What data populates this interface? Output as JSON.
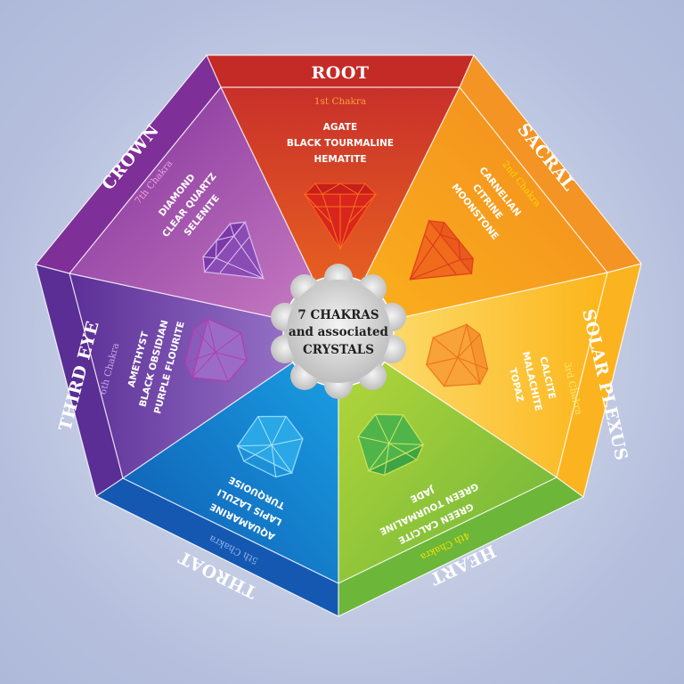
{
  "title": {
    "line1": "7 CHAKRAS",
    "line2": "and associated",
    "line3": "CRYSTALS"
  },
  "chakras": [
    {
      "name": "ROOT",
      "number": "1st Chakra",
      "crystals": [
        "AGATE",
        "BLACK TOURMALINE",
        "HEMATITE"
      ],
      "color": "#d23a22",
      "band_color": "#c42a26",
      "number_color": "#f7a13a"
    },
    {
      "name": "SACRAL",
      "number": "2nd Chakra",
      "crystals": [
        "CARNELIAN",
        "CITRINE",
        "MOONSTONE"
      ],
      "color": "#f5931f",
      "band_color": "#f39424",
      "number_color": "#ffd400"
    },
    {
      "name": "SOLAR PLEXUS",
      "number": "3rd Chakra",
      "crystals": [
        "CALCITE",
        "MALACHITE",
        "TOPAZ"
      ],
      "color": "#fbbb1f",
      "band_color": "#f9b421",
      "number_color": "#ffe86a"
    },
    {
      "name": "HEART",
      "number": "4th Chakra",
      "crystals": [
        "GREEN CALCITE",
        "GREEN TOURMALINE",
        "JADE"
      ],
      "color": "#79bf3a",
      "band_color": "#6cb63a",
      "number_color": "#f5e400"
    },
    {
      "name": "THROAT",
      "number": "5th Chakra",
      "crystals": [
        "AQUAMARINE",
        "LAPIS LAZULI",
        "TURQUOISE"
      ],
      "color": "#1473c8",
      "band_color": "#1559b4",
      "number_color": "#8fb7ec"
    },
    {
      "name": "THIRD EYE",
      "number": "6th Chakra",
      "crystals": [
        "AMETHYST",
        "BLACK OBSIDIAN",
        "PURPLE FLOURITE"
      ],
      "color": "#6a3d9f",
      "band_color": "#5b2f95",
      "number_color": "#c7a6e6"
    },
    {
      "name": "CROWN",
      "number": "7th Chakra",
      "crystals": [
        "DIAMOND",
        "CLEAR QUARTZ",
        "SELENITE"
      ],
      "color": "#9c45a8",
      "band_color": "#7e2f98",
      "number_color": "#e7a6dc"
    }
  ]
}
